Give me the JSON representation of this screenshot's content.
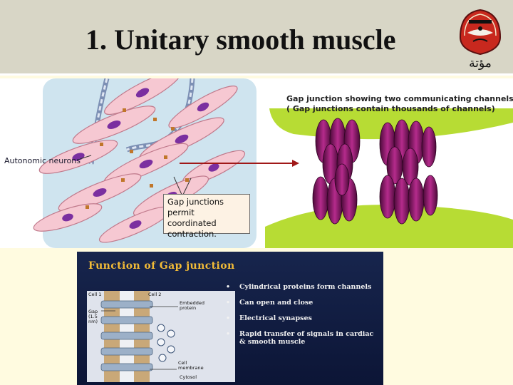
{
  "slide": {
    "title": "1. Unitary smooth muscle",
    "logo_text": "مؤتة"
  },
  "cells_figure": {
    "autonomic_label": "Autonomic neurons",
    "gap_callout_lines": [
      "Gap junctions",
      "permit coordinated",
      "contraction."
    ]
  },
  "channel_figure": {
    "caption_lines": [
      "Gap junction showing two communicating channels",
      "( Gap junctions contain thousands of  channels)"
    ]
  },
  "function_panel": {
    "title": "Function of Gap junction",
    "diagram_labels": {
      "cell1": "Cell 1",
      "cell2": "Cell 2",
      "gap": "Gap (1.5 nm)",
      "embedded": "Embedded protein",
      "membrane": "Cell membrane",
      "cytosol": "Cytosol"
    },
    "items": [
      "Cylindrical proteins form channels",
      "Can open and close",
      "Electrical synapses",
      "Rapid transfer of signals in  cardiac & smooth muscle"
    ]
  },
  "colors": {
    "title_band": "#d8d6c6",
    "slide_bg": "#fffbe0",
    "cell_fill": "#f6c8d2",
    "nucleus": "#7b2fa0",
    "membrane_green": "#b7dc34",
    "channel_purple": "#8a1a6a",
    "panel_navy": "#17254d",
    "panel_title": "#f2bb37"
  }
}
